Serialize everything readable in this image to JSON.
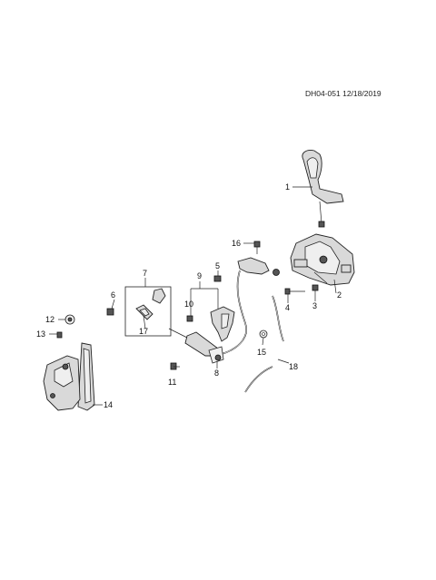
{
  "diagram": {
    "reference": "DH04-051 12/18/2019",
    "callouts": {
      "c1": "1",
      "c2": "2",
      "c3": "3",
      "c4": "4",
      "c5": "5",
      "c6": "6",
      "c7": "7",
      "c8": "8",
      "c9": "9",
      "c10": "10",
      "c11": "11",
      "c12": "12",
      "c13": "13",
      "c14": "14",
      "c15": "15",
      "c16": "16",
      "c17": "17",
      "c18": "18"
    }
  }
}
